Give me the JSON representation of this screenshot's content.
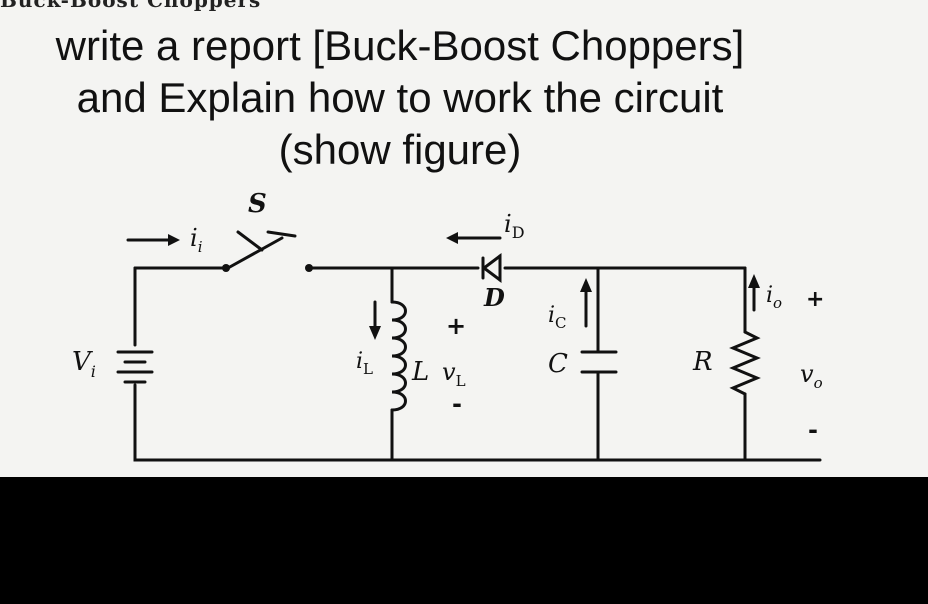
{
  "cut_title": "Buck-Boost Choppers",
  "question": {
    "line1": "write a report [Buck-Boost Choppers]",
    "line2": "and Explain how to work the circuit",
    "line3": "(show figure)"
  },
  "circuit": {
    "switch": "S",
    "input_current": "i",
    "input_current_sub": "i",
    "input_voltage": "V",
    "input_voltage_sub": "i",
    "diode": "D",
    "diode_current": "i",
    "diode_current_sub": "D",
    "inductor": "L",
    "inductor_current": "i",
    "inductor_current_sub": "L",
    "inductor_voltage": "v",
    "inductor_voltage_sub": "L",
    "capacitor": "C",
    "capacitor_current": "i",
    "capacitor_current_sub": "C",
    "resistor": "R",
    "output_current": "i",
    "output_current_sub": "o",
    "output_voltage": "v",
    "output_voltage_sub": "o",
    "plus": "+",
    "minus": "-"
  }
}
